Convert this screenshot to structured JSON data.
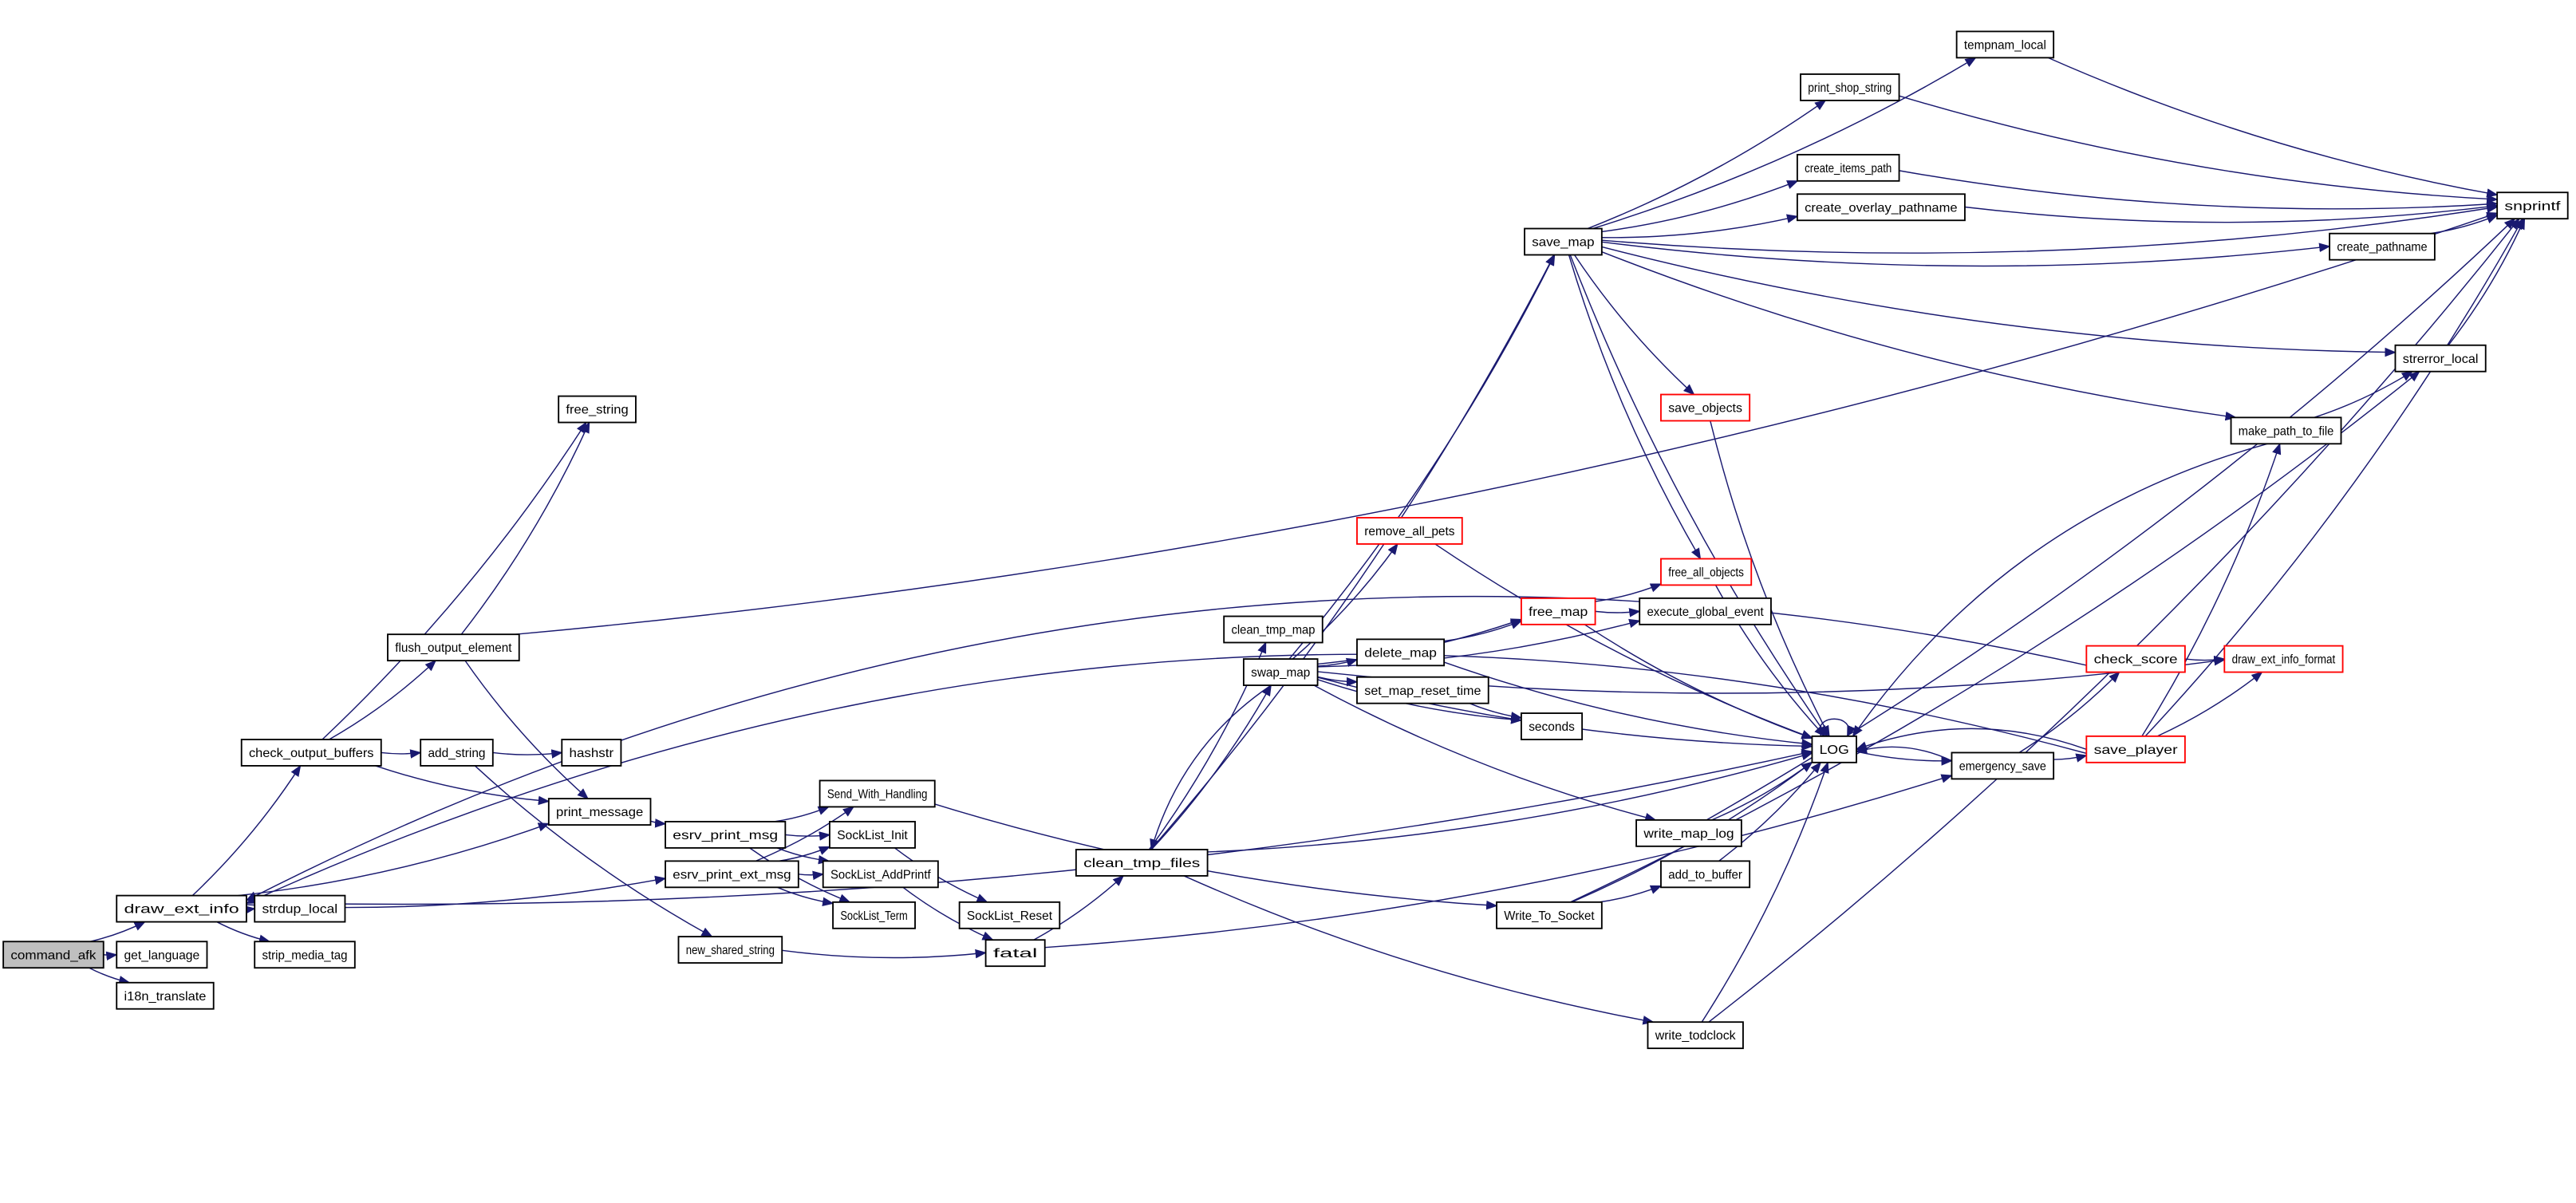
{
  "colors": {
    "edge": "#191970",
    "root_fill": "#bfbfbf",
    "node_border": "#000000",
    "truncated_border": "#ff0000",
    "node_fill": "#ffffff"
  },
  "nodes": [
    {
      "id": "command_afk",
      "label": "command_afk",
      "kind": "root"
    },
    {
      "id": "draw_ext_info",
      "label": "draw_ext_info"
    },
    {
      "id": "get_language",
      "label": "get_language"
    },
    {
      "id": "i18n_translate",
      "label": "i18n_translate"
    },
    {
      "id": "strdup_local",
      "label": "strdup_local"
    },
    {
      "id": "strip_media_tag",
      "label": "strip_media_tag"
    },
    {
      "id": "check_output_buffers",
      "label": "check_output_buffers"
    },
    {
      "id": "flush_output_element",
      "label": "flush_output_element"
    },
    {
      "id": "free_string",
      "label": "free_string"
    },
    {
      "id": "add_string",
      "label": "add_string"
    },
    {
      "id": "hashstr",
      "label": "hashstr"
    },
    {
      "id": "print_message",
      "label": "print_message"
    },
    {
      "id": "new_shared_string",
      "label": "new_shared_string"
    },
    {
      "id": "esrv_print_msg",
      "label": "esrv_print_msg"
    },
    {
      "id": "esrv_print_ext_msg",
      "label": "esrv_print_ext_msg"
    },
    {
      "id": "Send_With_Handling",
      "label": "Send_With_Handling"
    },
    {
      "id": "SockList_Init",
      "label": "SockList_Init"
    },
    {
      "id": "SockList_AddPrintf",
      "label": "SockList_AddPrintf"
    },
    {
      "id": "SockList_Term",
      "label": "SockList_Term"
    },
    {
      "id": "SockList_Reset",
      "label": "SockList_Reset"
    },
    {
      "id": "fatal",
      "label": "fatal"
    },
    {
      "id": "clean_tmp_files",
      "label": "clean_tmp_files"
    },
    {
      "id": "clean_tmp_map",
      "label": "clean_tmp_map"
    },
    {
      "id": "swap_map",
      "label": "swap_map"
    },
    {
      "id": "save_map",
      "label": "save_map"
    },
    {
      "id": "tempnam_local",
      "label": "tempnam_local"
    },
    {
      "id": "print_shop_string",
      "label": "print_shop_string"
    },
    {
      "id": "create_items_path",
      "label": "create_items_path"
    },
    {
      "id": "create_overlay_pathname",
      "label": "create_overlay_pathname"
    },
    {
      "id": "create_pathname",
      "label": "create_pathname"
    },
    {
      "id": "snprintf",
      "label": "snprintf"
    },
    {
      "id": "strerror_local",
      "label": "strerror_local"
    },
    {
      "id": "make_path_to_file",
      "label": "make_path_to_file"
    },
    {
      "id": "save_objects",
      "label": "save_objects",
      "kind": "truncated"
    },
    {
      "id": "remove_all_pets",
      "label": "remove_all_pets",
      "kind": "truncated"
    },
    {
      "id": "free_all_objects",
      "label": "free_all_objects",
      "kind": "truncated"
    },
    {
      "id": "execute_global_event",
      "label": "execute_global_event"
    },
    {
      "id": "free_map",
      "label": "free_map",
      "kind": "truncated"
    },
    {
      "id": "delete_map",
      "label": "delete_map"
    },
    {
      "id": "set_map_reset_time",
      "label": "set_map_reset_time"
    },
    {
      "id": "seconds",
      "label": "seconds"
    },
    {
      "id": "LOG",
      "label": "LOG"
    },
    {
      "id": "write_map_log",
      "label": "write_map_log"
    },
    {
      "id": "add_to_buffer",
      "label": "add_to_buffer"
    },
    {
      "id": "Write_To_Socket",
      "label": "Write_To_Socket"
    },
    {
      "id": "write_todclock",
      "label": "write_todclock"
    },
    {
      "id": "emergency_save",
      "label": "emergency_save"
    },
    {
      "id": "check_score",
      "label": "check_score",
      "kind": "truncated"
    },
    {
      "id": "draw_ext_info_format",
      "label": "draw_ext_info_format",
      "kind": "truncated"
    },
    {
      "id": "save_player",
      "label": "save_player",
      "kind": "truncated"
    }
  ],
  "edges": [
    [
      "command_afk",
      "draw_ext_info"
    ],
    [
      "command_afk",
      "get_language"
    ],
    [
      "command_afk",
      "i18n_translate"
    ],
    [
      "draw_ext_info",
      "check_output_buffers"
    ],
    [
      "draw_ext_info",
      "print_message"
    ],
    [
      "draw_ext_info",
      "esrv_print_ext_msg"
    ],
    [
      "draw_ext_info",
      "strdup_local"
    ],
    [
      "draw_ext_info",
      "strip_media_tag"
    ],
    [
      "draw_ext_info",
      "LOG"
    ],
    [
      "check_output_buffers",
      "flush_output_element"
    ],
    [
      "check_output_buffers",
      "free_string"
    ],
    [
      "check_output_buffers",
      "add_string"
    ],
    [
      "check_output_buffers",
      "print_message"
    ],
    [
      "flush_output_element",
      "free_string"
    ],
    [
      "flush_output_element",
      "print_message"
    ],
    [
      "flush_output_element",
      "snprintf"
    ],
    [
      "add_string",
      "hashstr"
    ],
    [
      "add_string",
      "new_shared_string"
    ],
    [
      "print_message",
      "esrv_print_msg"
    ],
    [
      "esrv_print_msg",
      "Send_With_Handling"
    ],
    [
      "esrv_print_msg",
      "SockList_Init"
    ],
    [
      "esrv_print_msg",
      "SockList_AddPrintf"
    ],
    [
      "esrv_print_msg",
      "SockList_Term"
    ],
    [
      "esrv_print_ext_msg",
      "Send_With_Handling"
    ],
    [
      "esrv_print_ext_msg",
      "SockList_Init"
    ],
    [
      "esrv_print_ext_msg",
      "SockList_AddPrintf"
    ],
    [
      "esrv_print_ext_msg",
      "SockList_Term"
    ],
    [
      "SockList_Init",
      "SockList_Reset"
    ],
    [
      "SockList_AddPrintf",
      "fatal"
    ],
    [
      "new_shared_string",
      "fatal"
    ],
    [
      "Send_With_Handling",
      "Write_To_Socket"
    ],
    [
      "fatal",
      "clean_tmp_files"
    ],
    [
      "fatal",
      "emergency_save"
    ],
    [
      "clean_tmp_files",
      "clean_tmp_map"
    ],
    [
      "clean_tmp_files",
      "swap_map"
    ],
    [
      "clean_tmp_files",
      "save_map"
    ],
    [
      "clean_tmp_files",
      "LOG"
    ],
    [
      "clean_tmp_files",
      "write_todclock"
    ],
    [
      "swap_map",
      "save_map"
    ],
    [
      "swap_map",
      "remove_all_pets"
    ],
    [
      "swap_map",
      "free_map"
    ],
    [
      "swap_map",
      "execute_global_event"
    ],
    [
      "swap_map",
      "delete_map"
    ],
    [
      "swap_map",
      "set_map_reset_time"
    ],
    [
      "swap_map",
      "seconds"
    ],
    [
      "swap_map",
      "LOG"
    ],
    [
      "swap_map",
      "write_map_log"
    ],
    [
      "swap_map",
      "clean_tmp_files"
    ],
    [
      "swap_map",
      "draw_ext_info_format"
    ],
    [
      "save_map",
      "tempnam_local"
    ],
    [
      "save_map",
      "print_shop_string"
    ],
    [
      "save_map",
      "create_items_path"
    ],
    [
      "save_map",
      "create_overlay_pathname"
    ],
    [
      "save_map",
      "create_pathname"
    ],
    [
      "save_map",
      "snprintf"
    ],
    [
      "save_map",
      "strerror_local"
    ],
    [
      "save_map",
      "make_path_to_file"
    ],
    [
      "save_map",
      "save_objects"
    ],
    [
      "save_map",
      "free_all_objects"
    ],
    [
      "save_map",
      "LOG"
    ],
    [
      "tempnam_local",
      "snprintf"
    ],
    [
      "print_shop_string",
      "snprintf"
    ],
    [
      "create_items_path",
      "snprintf"
    ],
    [
      "create_overlay_pathname",
      "snprintf"
    ],
    [
      "create_pathname",
      "snprintf"
    ],
    [
      "strerror_local",
      "snprintf"
    ],
    [
      "make_path_to_file",
      "strerror_local"
    ],
    [
      "make_path_to_file",
      "LOG"
    ],
    [
      "save_objects",
      "LOG"
    ],
    [
      "remove_all_pets",
      "LOG"
    ],
    [
      "free_all_objects",
      "LOG"
    ],
    [
      "free_map",
      "free_all_objects"
    ],
    [
      "free_map",
      "execute_global_event"
    ],
    [
      "free_map",
      "LOG"
    ],
    [
      "delete_map",
      "free_map"
    ],
    [
      "delete_map",
      "LOG"
    ],
    [
      "set_map_reset_time",
      "seconds"
    ],
    [
      "LOG",
      "LOG"
    ],
    [
      "LOG",
      "emergency_save"
    ],
    [
      "write_map_log",
      "LOG"
    ],
    [
      "write_map_log",
      "snprintf"
    ],
    [
      "add_to_buffer",
      "LOG"
    ],
    [
      "Write_To_Socket",
      "add_to_buffer"
    ],
    [
      "Write_To_Socket",
      "LOG"
    ],
    [
      "Write_To_Socket",
      "strerror_local"
    ],
    [
      "write_todclock",
      "LOG"
    ],
    [
      "write_todclock",
      "snprintf"
    ],
    [
      "emergency_save",
      "LOG"
    ],
    [
      "emergency_save",
      "check_score"
    ],
    [
      "emergency_save",
      "save_player"
    ],
    [
      "check_score",
      "draw_ext_info_format"
    ],
    [
      "check_score",
      "draw_ext_info"
    ],
    [
      "save_player",
      "LOG"
    ],
    [
      "save_player",
      "draw_ext_info_format"
    ],
    [
      "save_player",
      "make_path_to_file"
    ],
    [
      "save_player",
      "snprintf"
    ],
    [
      "save_player",
      "draw_ext_info"
    ]
  ]
}
